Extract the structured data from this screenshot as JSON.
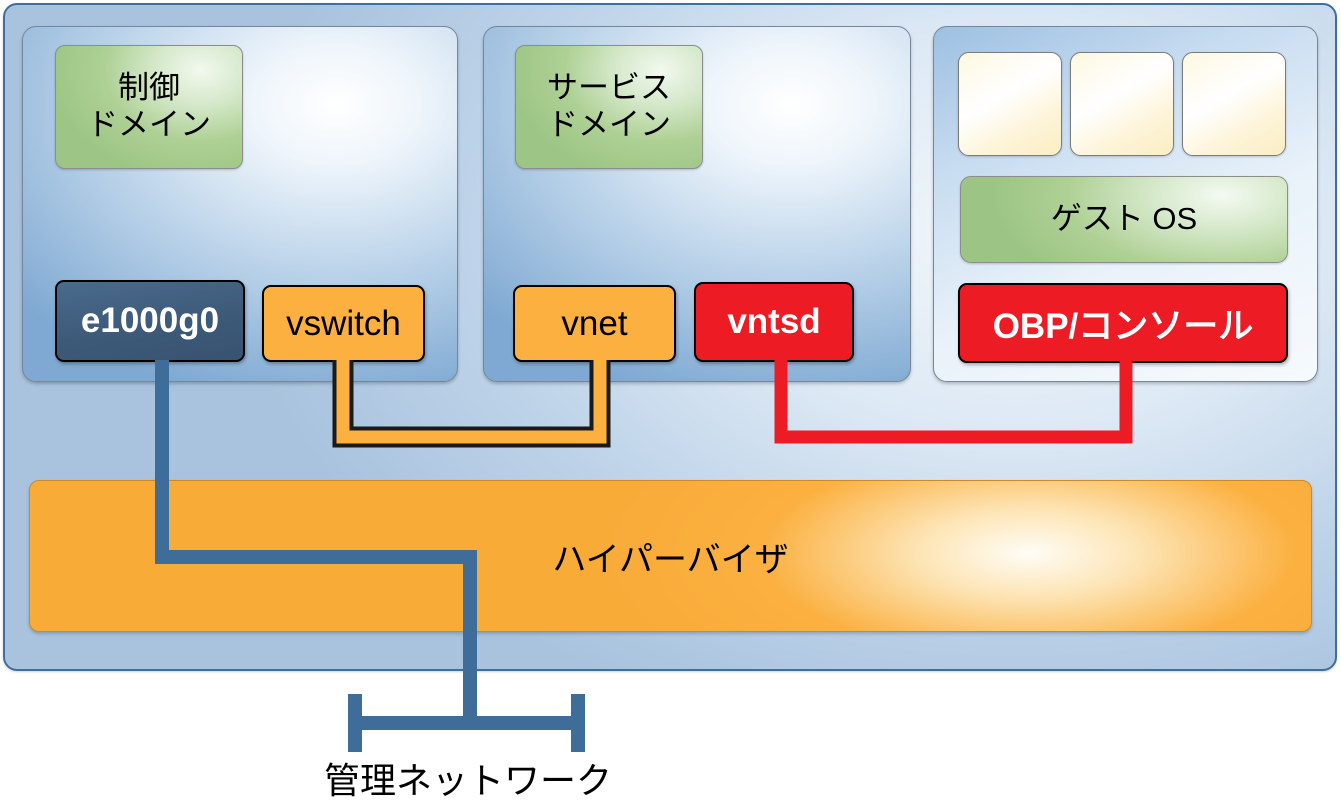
{
  "diagram": {
    "title": "LDoms management network diagram",
    "server": {
      "panels": [
        {
          "id": "control-domain",
          "label_line1": "制御",
          "label_line2": "ドメイン",
          "nodes": [
            {
              "id": "e1000g0",
              "label": "e1000g0",
              "color": "#3d5a79",
              "text_color": "#ffffff"
            },
            {
              "id": "vswitch",
              "label": "vswitch",
              "color": "#fbb040",
              "text_color": "#000000"
            }
          ]
        },
        {
          "id": "service-domain",
          "label_line1": "サービス",
          "label_line2": "ドメイン",
          "nodes": [
            {
              "id": "vnet",
              "label": "vnet",
              "color": "#fbb040",
              "text_color": "#000000"
            },
            {
              "id": "vntsd",
              "label": "vntsd",
              "color": "#ed1c24",
              "text_color": "#ffffff"
            }
          ]
        },
        {
          "id": "guest-domain",
          "app_boxes": [
            "",
            "",
            ""
          ],
          "guest_os_label": "ゲスト OS",
          "nodes": [
            {
              "id": "obp-console",
              "label": "OBP/コンソール",
              "color": "#ed1c24",
              "text_color": "#ffffff"
            }
          ]
        }
      ],
      "hypervisor_label": "ハイパーバイザ"
    },
    "management_network_label": "管理ネットワーク",
    "connectors": [
      {
        "id": "vswitch-to-vnet",
        "color": "#fbb040",
        "outline": "#1a1a1a"
      },
      {
        "id": "vntsd-to-obp",
        "color": "#ed1c24",
        "outline": "none"
      },
      {
        "id": "e1000g0-to-management-network",
        "color": "#3f6d99",
        "outline": "none"
      }
    ]
  }
}
